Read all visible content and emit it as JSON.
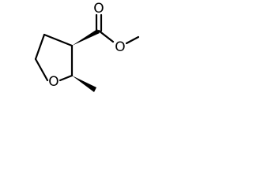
{
  "atoms": {
    "carbonyl_oxygen": "O",
    "ester_oxygen": "O",
    "ring_oxygen": "O"
  },
  "colors": {
    "background": "#ffffff",
    "bond": "#000000",
    "label": "#000000"
  }
}
